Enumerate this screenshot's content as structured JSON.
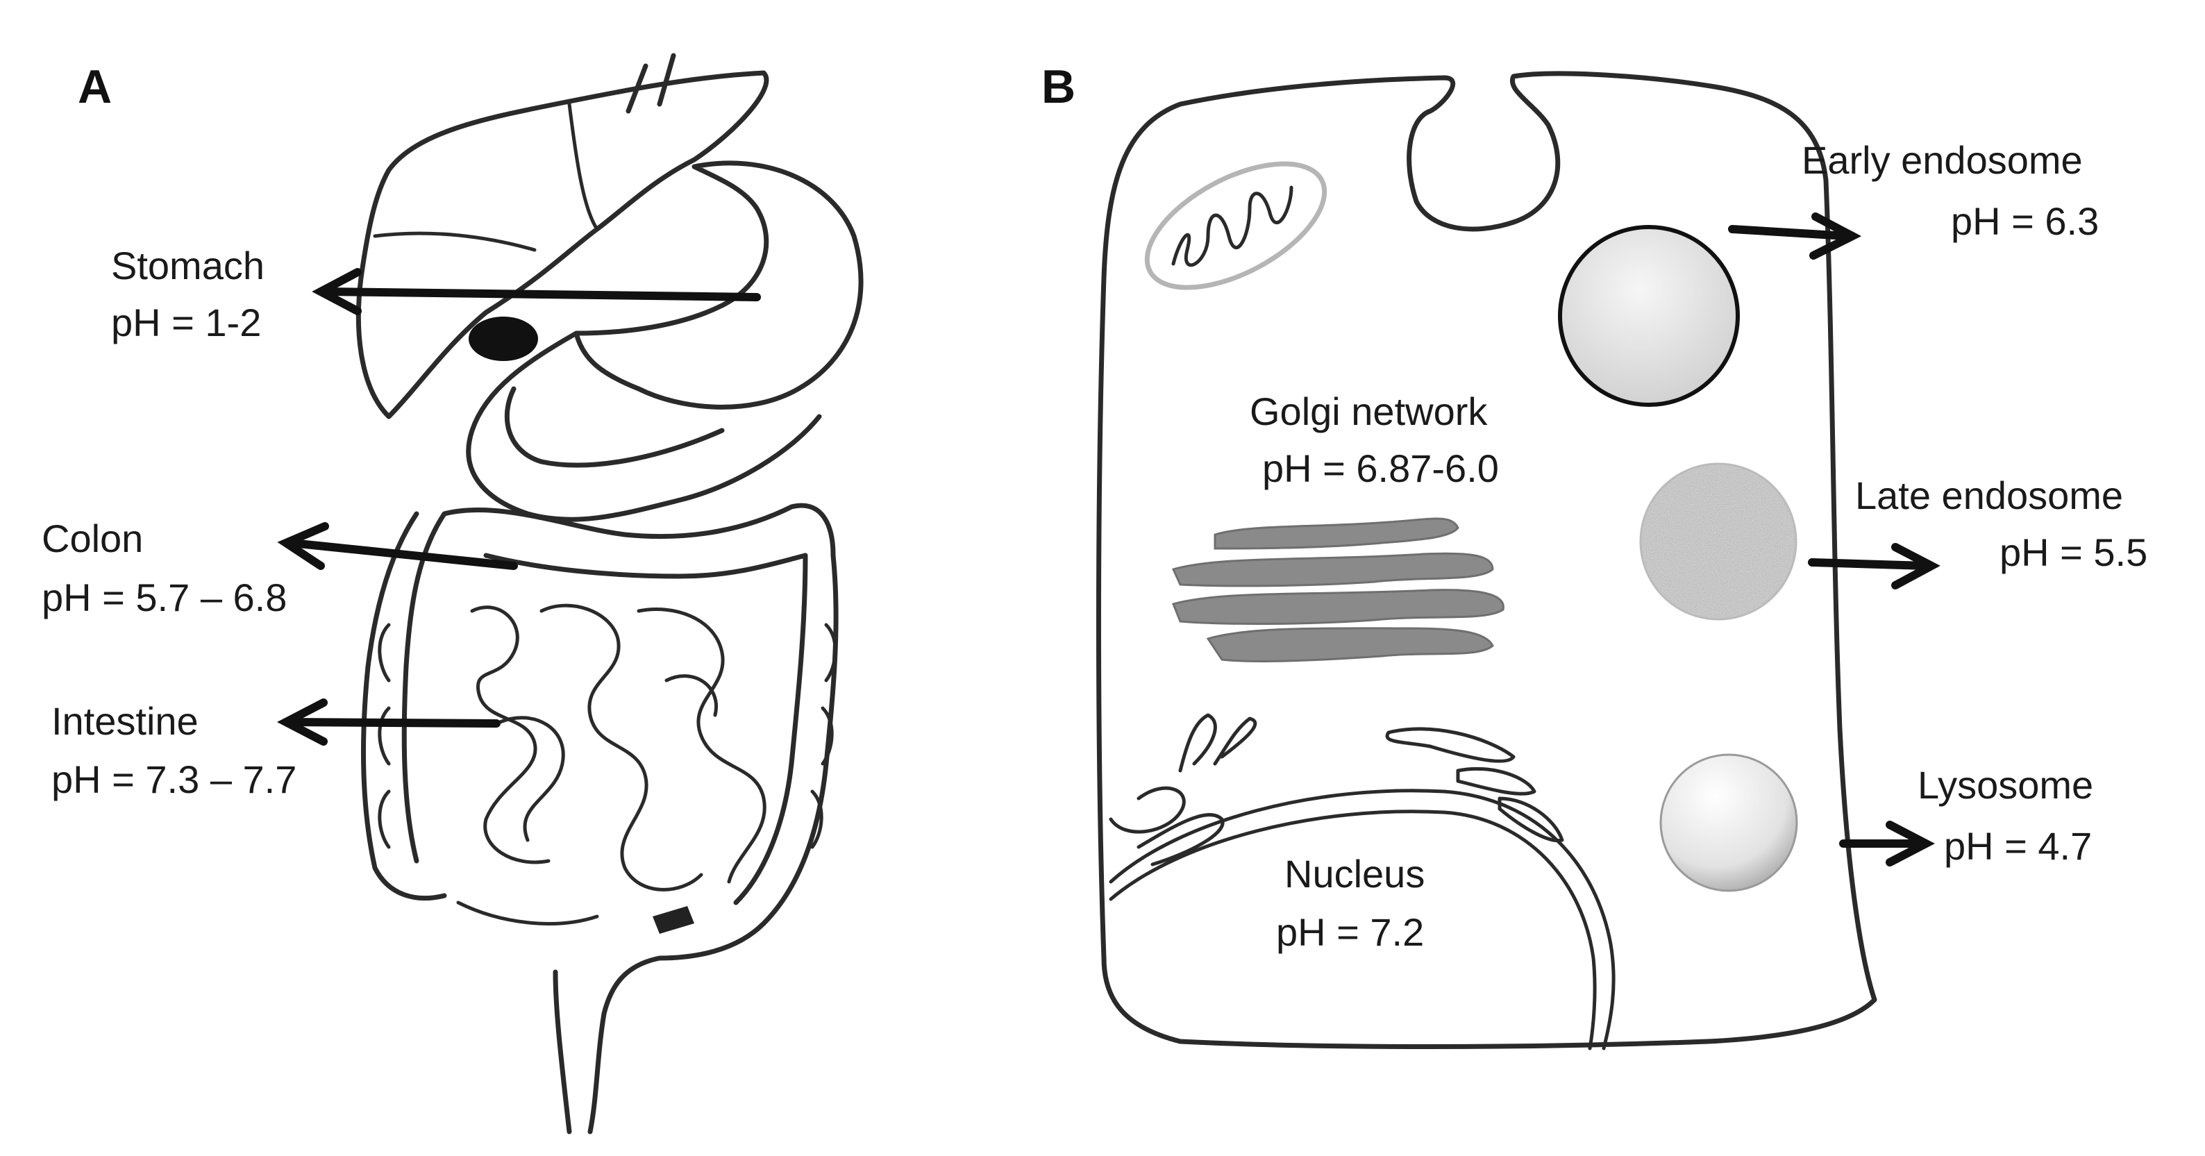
{
  "panels": {
    "a": {
      "letter": "A",
      "labels": {
        "stomach": {
          "name": "Stomach",
          "ph": "pH = 1-2"
        },
        "colon": {
          "name": "Colon",
          "ph": "pH = 5.7 – 6.8"
        },
        "intestine": {
          "name": "Intestine",
          "ph": "pH = 7.3 – 7.7"
        }
      }
    },
    "b": {
      "letter": "B",
      "labels": {
        "early_endosome": {
          "name": "Early endosome",
          "ph": "pH = 6.3"
        },
        "golgi": {
          "name": "Golgi network",
          "ph": "pH = 6.87-6.0"
        },
        "late_endosome": {
          "name": "Late endosome",
          "ph": "pH = 5.5"
        },
        "lysosome": {
          "name": "Lysosome",
          "ph": "pH = 4.7"
        },
        "nucleus": {
          "name": "Nucleus",
          "ph": "pH = 7.2"
        }
      }
    }
  },
  "colors": {
    "outline": "#2a2a2a",
    "golgi_fill": "#8a8a8a",
    "mitochondrion_outer": "#b5b5b5",
    "endosome_fill": "#e4e4e4"
  }
}
